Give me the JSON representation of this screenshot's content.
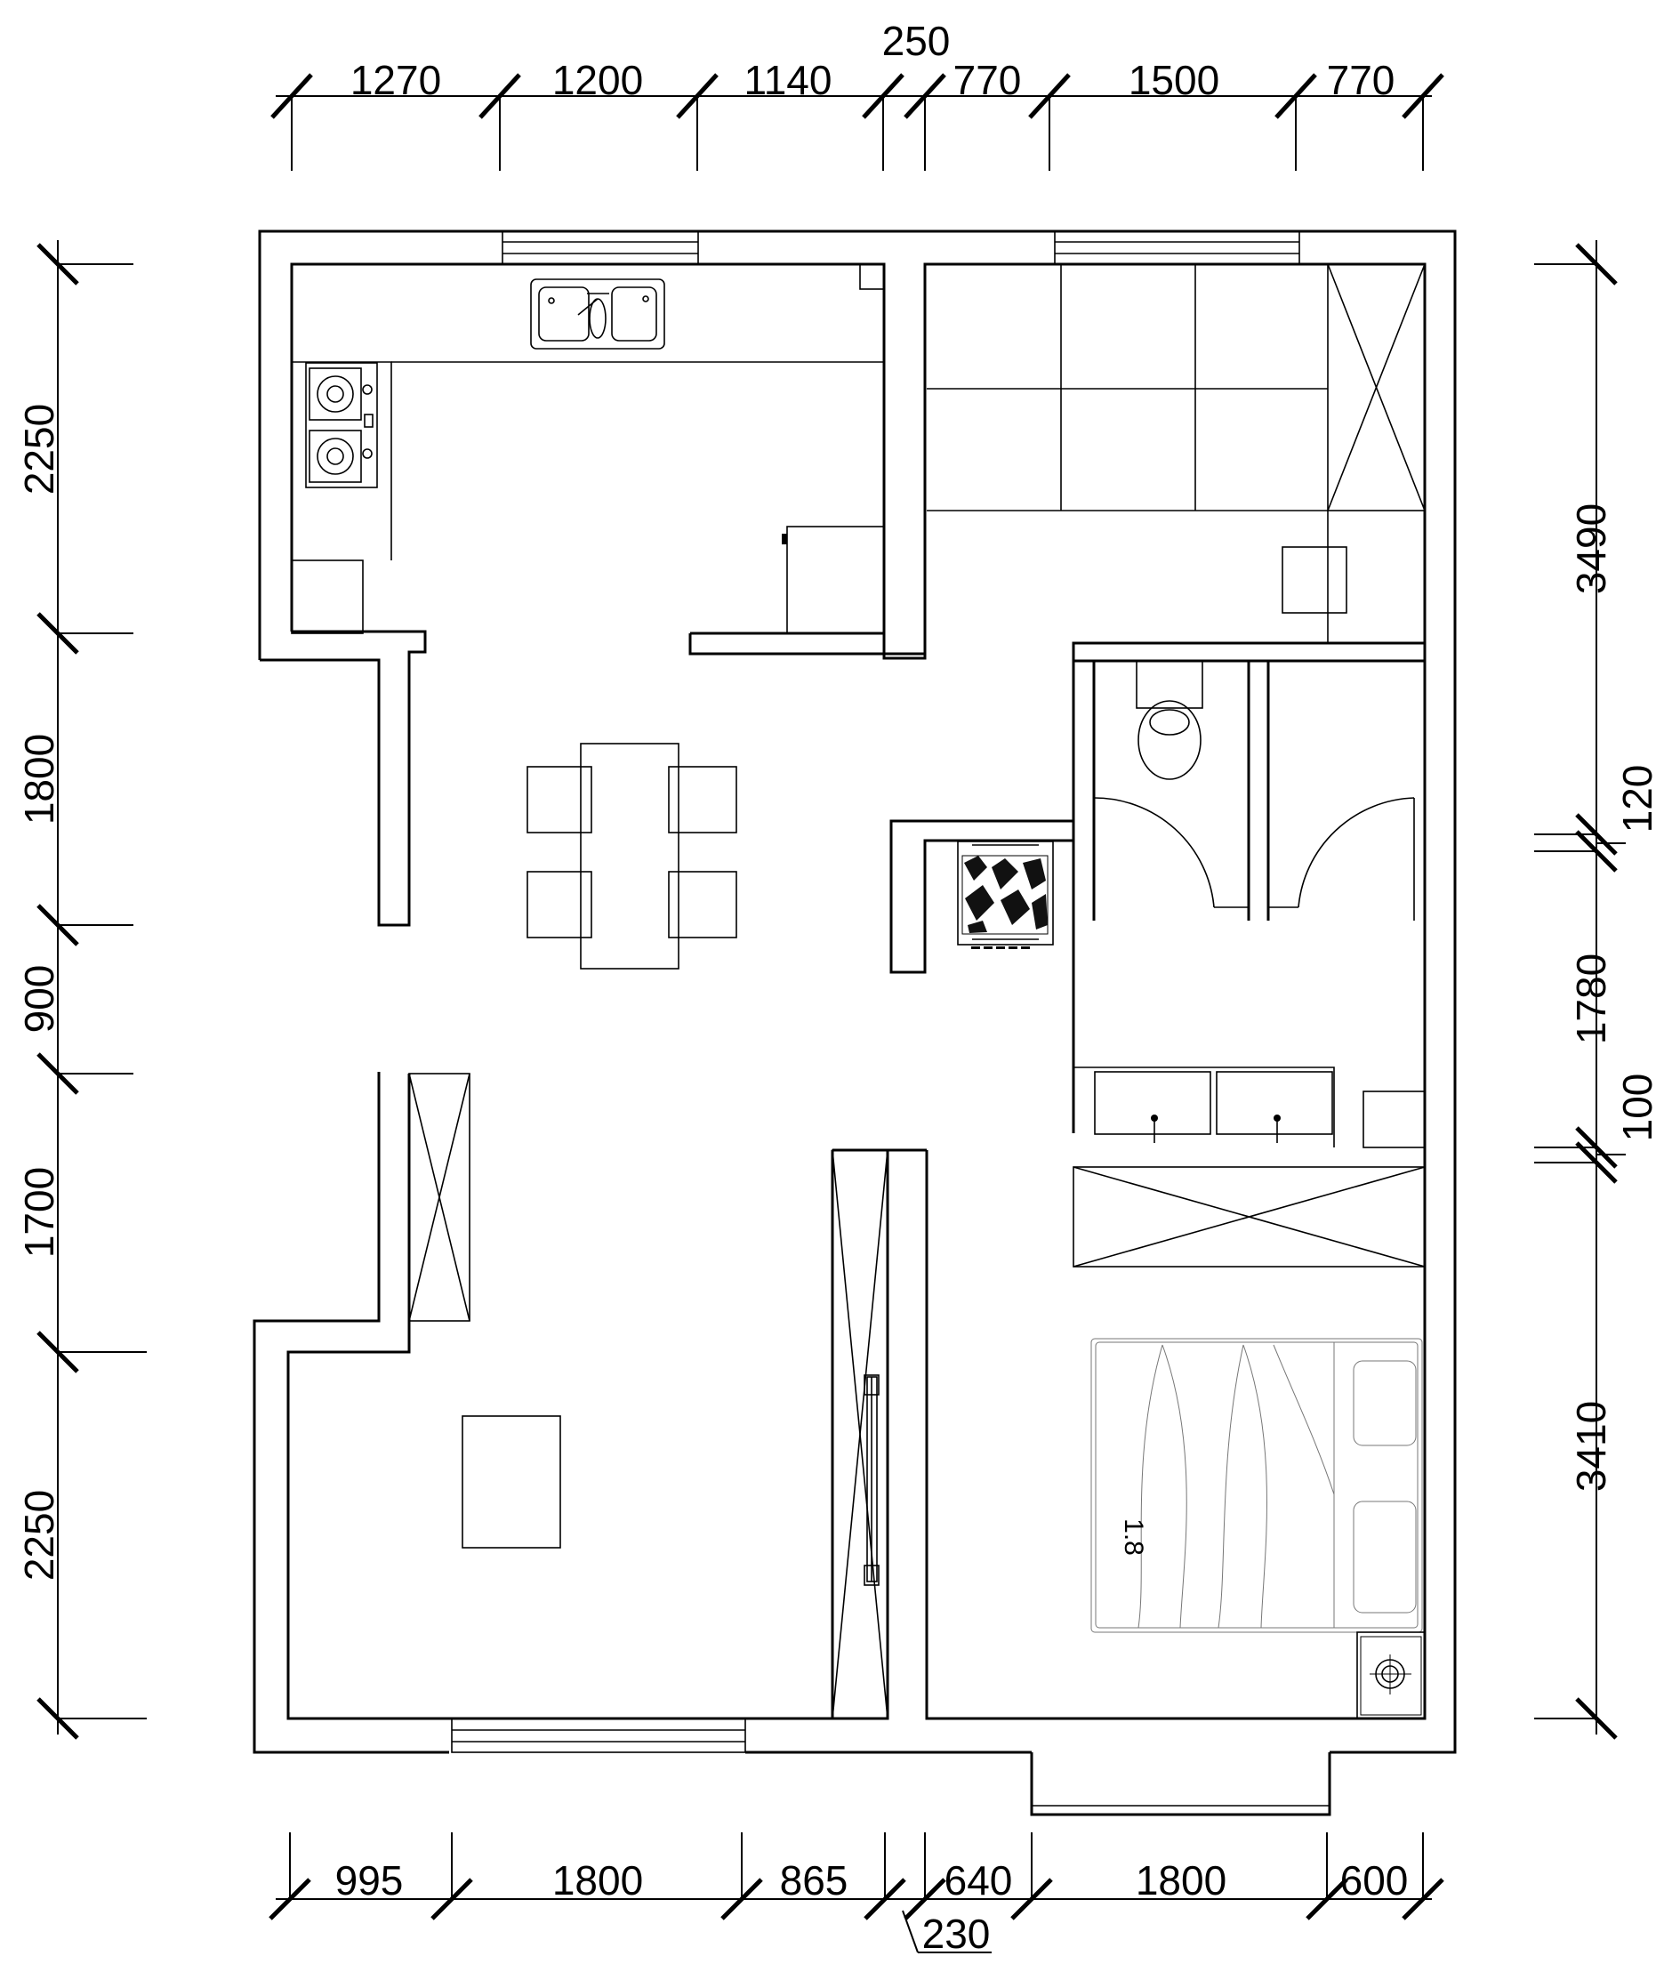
{
  "dimensions": {
    "top_above": "250",
    "top": [
      "1270",
      "1200",
      "1140",
      "770",
      "1500",
      "770"
    ],
    "bottom": [
      "995",
      "1800",
      "865",
      "640",
      "1800",
      "600"
    ],
    "bottom_below": "230",
    "left": [
      "2250",
      "1800",
      "900",
      "1700",
      "2250"
    ],
    "right": [
      "3490",
      "120",
      "1780",
      "100",
      "3410"
    ]
  },
  "bed_label": "1.8"
}
